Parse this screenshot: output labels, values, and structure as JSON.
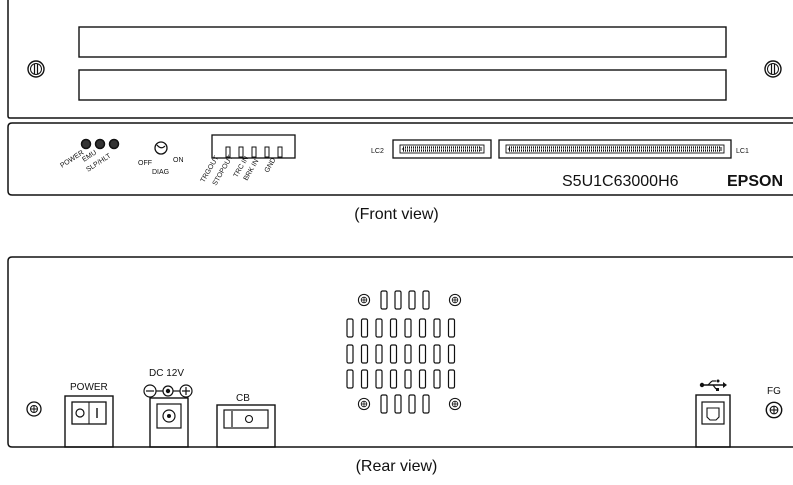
{
  "front": {
    "indicators": {
      "power": "POWER",
      "emu": "EMU",
      "slp_hlt": "SLP/HLT"
    },
    "diag_switch": {
      "label": "DIAG",
      "off": "OFF",
      "on": "ON"
    },
    "pins": [
      "TRGOUT",
      "STOPOUT",
      "TRC IN",
      "BRK IN",
      "GND"
    ],
    "connectors": {
      "lc2": "LC2",
      "lc1": "LC1"
    },
    "model": "S5U1C63000H6",
    "brand": "EPSON",
    "caption": "(Front view)"
  },
  "rear": {
    "power_label": "POWER",
    "power_switch_marks": "O I",
    "dc_label": "DC 12V",
    "cb_label": "CB",
    "usb_symbol": "•⇐",
    "fg_label": "FG",
    "caption": "(Rear view)"
  },
  "colors": {
    "line": "#111111",
    "background": "#ffffff",
    "led_fill": "#333333"
  }
}
